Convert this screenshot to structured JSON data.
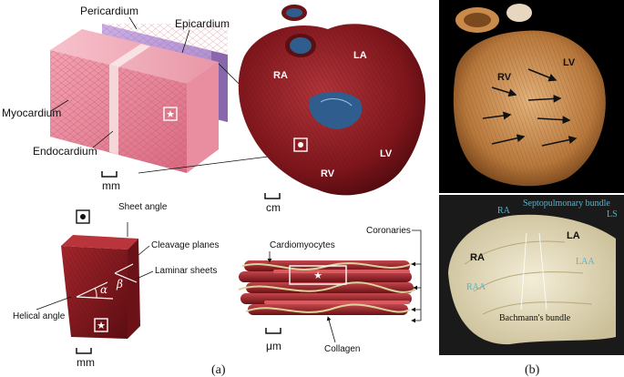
{
  "panel_a": {
    "tissue_labels": {
      "pericardium": "Pericardium",
      "epicardium": "Epicardium",
      "myocardium": "Myocardium",
      "endocardium": "Endocardium",
      "scale": "mm"
    },
    "heart_labels": {
      "ra": "RA",
      "la": "LA",
      "rv": "RV",
      "lv": "LV",
      "scale": "cm"
    },
    "voxel_labels": {
      "sheet_angle": "Sheet angle",
      "cleavage_planes": "Cleavage planes",
      "laminar_sheets": "Laminar sheets",
      "helical_angle": "Helical angle",
      "alpha": "α",
      "beta": "β",
      "scale": "mm"
    },
    "fiber_labels": {
      "coronaries": "Coronaries",
      "cardiomyocytes": "Cardiomyocytes",
      "collagen": "Collagen",
      "scale": "μm"
    },
    "caption": "(a)"
  },
  "panel_b": {
    "top": {
      "rv": "RV",
      "lv": "LV"
    },
    "bottom": {
      "ra": "RA",
      "la": "LA",
      "septopulmonary": "Septopulmonary bundle",
      "bachmann": "Bachmann's bundle",
      "faint_left": "RA",
      "faint_right": "LS",
      "faint_mid": "RAA",
      "faint_la": "LAA"
    },
    "caption": "(b)"
  },
  "colors": {
    "tissue_pink": "#e9828f",
    "epicardium_purple": "#b79bdc",
    "heart_red": "#8b1a1f",
    "lumen_blue": "#2f5e8e",
    "cast_orange": "#c98a4b",
    "dissection_bg": "#1a1a1a",
    "collagen": "#dcd39a"
  }
}
